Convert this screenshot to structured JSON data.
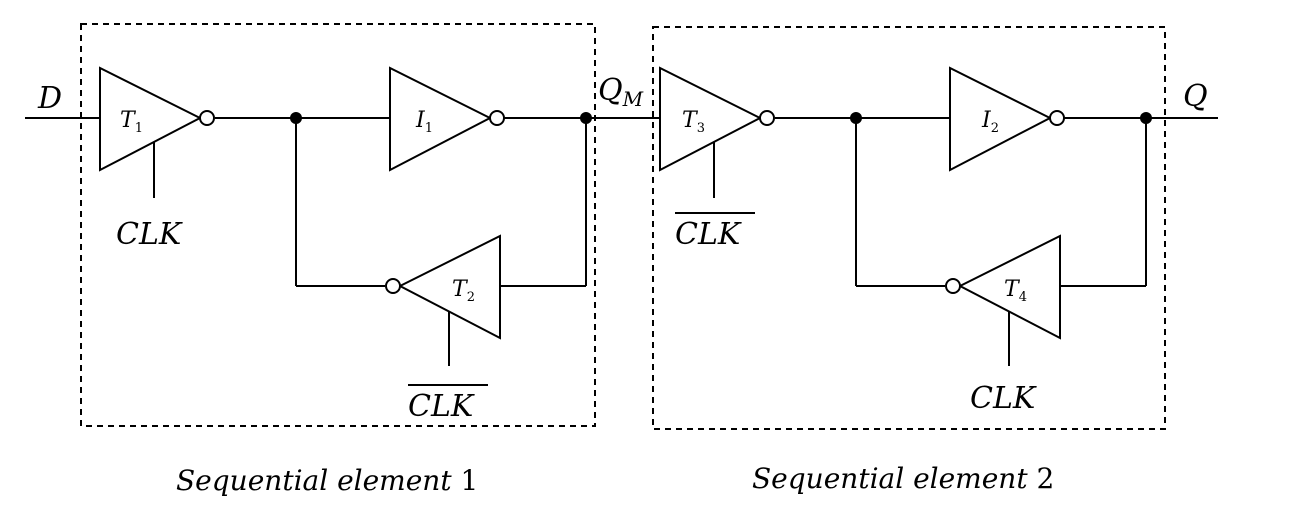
{
  "signals": {
    "input_d": "D",
    "mid_qm": "Q",
    "mid_qm_sub": "M",
    "output_q": "Q",
    "clk_t1": "CLK",
    "clkbar_t2": "CLK",
    "clkbar_t3": "CLK",
    "clk_t4": "CLK"
  },
  "gates": {
    "t1": {
      "letter": "T",
      "sub": "1"
    },
    "i1": {
      "letter": "I",
      "sub": "1"
    },
    "t2": {
      "letter": "T",
      "sub": "2"
    },
    "t3": {
      "letter": "T",
      "sub": "3"
    },
    "i2": {
      "letter": "I",
      "sub": "2"
    },
    "t4": {
      "letter": "T",
      "sub": "4"
    }
  },
  "captions": {
    "element1_text": "Sequential element",
    "element1_num": "1",
    "element2_text": "Sequential element",
    "element2_num": "2"
  }
}
